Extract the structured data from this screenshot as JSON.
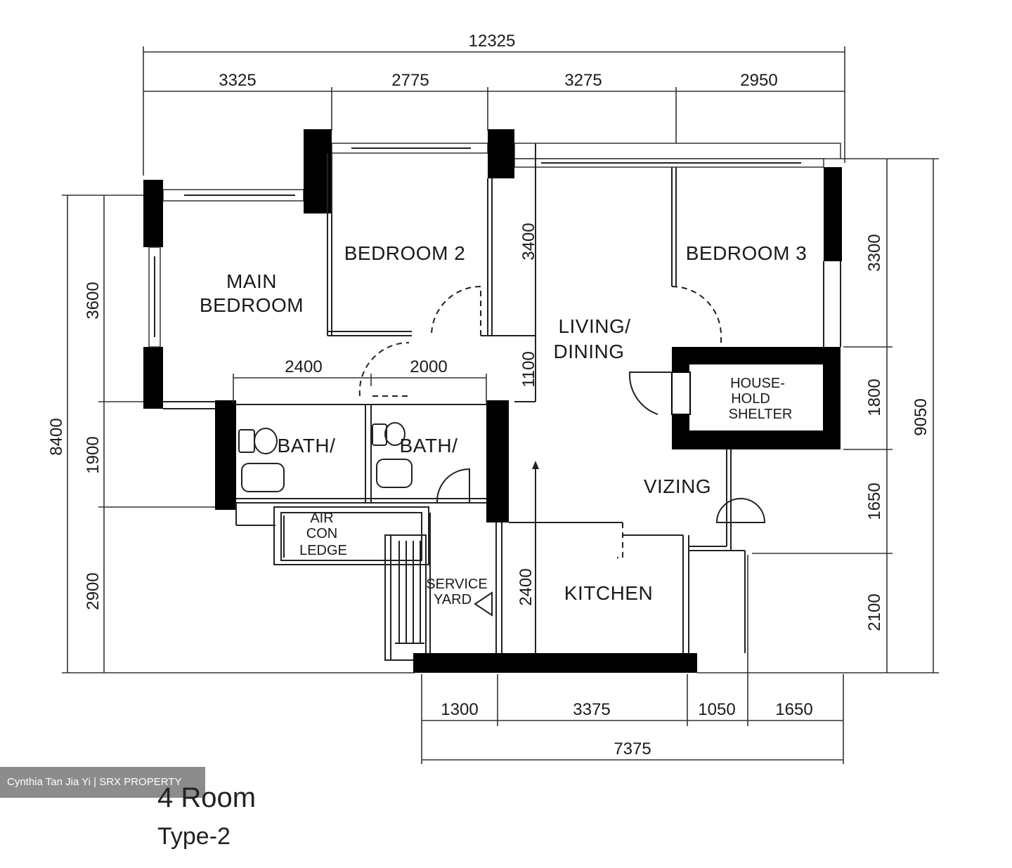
{
  "plan": {
    "title": "4 Room",
    "subtitle": "Type-2",
    "credit": "Cynthia Tan Jia Yi | SRX PROPERTY",
    "rooms": {
      "main_bedroom_1": "MAIN",
      "main_bedroom_2": "BEDROOM",
      "bedroom2": "BEDROOM  2",
      "bedroom3": "BEDROOM  3",
      "living_1": "LIVING/",
      "living_2": "DINING",
      "shelter_1": "HOUSE-",
      "shelter_2": "HOLD",
      "shelter_3": "SHELTER",
      "bath1": "BATH/",
      "bath2": "BATH/",
      "aircon_1": "AIR",
      "aircon_2": "CON",
      "aircon_3": "LEDGE",
      "service_1": "SERVICE",
      "service_2": "YARD",
      "kitchen": "KITCHEN",
      "dining_misc": "VIZING"
    },
    "dimensions": {
      "top_total": "12325",
      "top_1": "3325",
      "top_2": "2775",
      "top_3": "3275",
      "top_4": "2950",
      "mid_1": "2400",
      "mid_2": "2000",
      "left_total": "8400",
      "left_1": "3600",
      "left_2": "1900",
      "left_3": "2900",
      "inner_3400": "3400",
      "inner_1100": "1100",
      "inner_2400": "2400",
      "right_1": "3300",
      "right_2": "1800",
      "right_3": "1650",
      "right_4": "2100",
      "right_total": "9050",
      "bottom_1": "1300",
      "bottom_2": "3375",
      "bottom_3": "1050",
      "bottom_4": "1650",
      "bottom_total": "7375"
    }
  }
}
